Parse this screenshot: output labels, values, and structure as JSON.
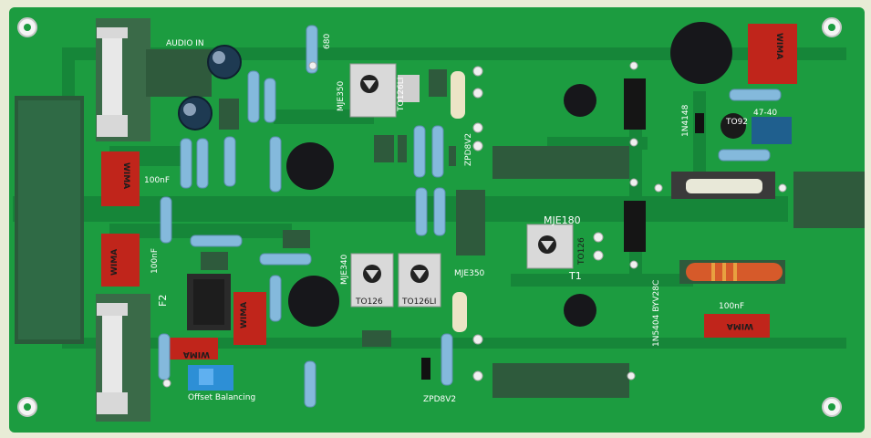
{
  "labels": {
    "audio_in": "AUDIO IN",
    "r680": "680",
    "mje350_top": "MJE350",
    "to126_top": "TO126LI",
    "zpd8v2_top": "ZPD8V2",
    "cap_100nf_left1": "100nF",
    "cap_100nf_left2": "100nF",
    "f2": "F2",
    "mje340": "MJE340",
    "to126_a": "TO126",
    "to126_b": "TO126LI",
    "mje350_mid": "MJE350",
    "mje180": "MJE180",
    "to126_right": "TO126",
    "t1": "T1",
    "offset": "Offset Balancing",
    "zpd8v2_bottom": "ZPD8V2",
    "n4148": "1N4148",
    "to92": "TO92",
    "r47_40": "47-40",
    "n5404": "1N5404 BYV28C",
    "cap_100nf_right": "100nF",
    "wima": "WIMA"
  },
  "colors": {
    "board": "#1a9b3f",
    "trace": "#15873a",
    "silkscreen": "#ffffff",
    "wima_red": "#c0251b",
    "resistor_blue": "#7fb6d9"
  }
}
